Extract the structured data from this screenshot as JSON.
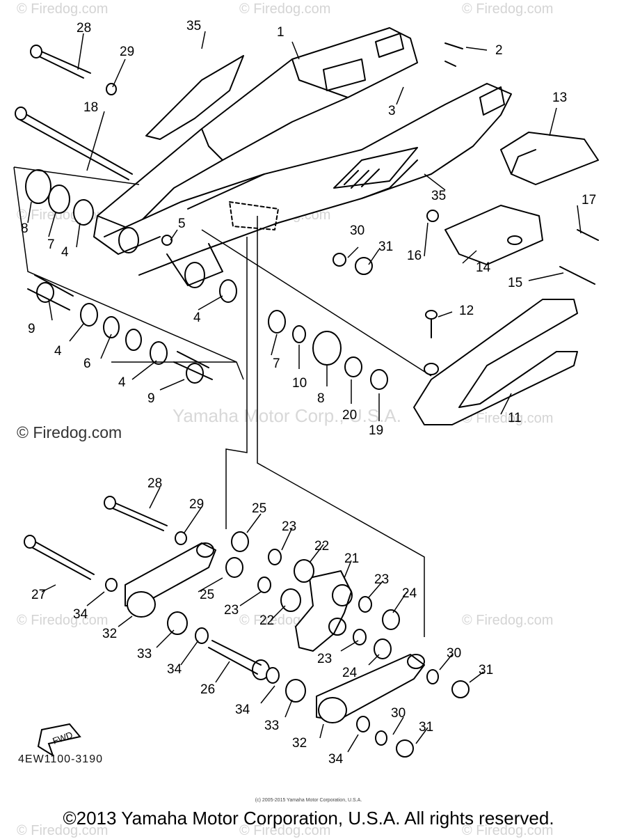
{
  "watermark": "© Firedog.com",
  "center_watermark": "Yamaha Motor Corp., U.S.A.",
  "left_watermark": "© Firedog.com",
  "diagram_code": "4EW1100-3190",
  "copyright_small": "(c) 2005-2015 Yamaha Motor Corporation, U.S.A.",
  "footer": "©2013 Yamaha Motor Corporation, U.S.A. All rights reserved.",
  "fwd_label": "FWD",
  "callouts": [
    "1",
    "2",
    "3",
    "4",
    "4",
    "4",
    "4",
    "5",
    "6",
    "7",
    "7",
    "8",
    "8",
    "9",
    "9",
    "10",
    "11",
    "12",
    "13",
    "14",
    "15",
    "16",
    "17",
    "18",
    "19",
    "20",
    "21",
    "22",
    "22",
    "23",
    "23",
    "23",
    "23",
    "24",
    "24",
    "25",
    "25",
    "26",
    "27",
    "28",
    "28",
    "29",
    "29",
    "30",
    "30",
    "30",
    "31",
    "31",
    "31",
    "32",
    "32",
    "33",
    "33",
    "34",
    "34",
    "34",
    "34",
    "35",
    "35"
  ]
}
